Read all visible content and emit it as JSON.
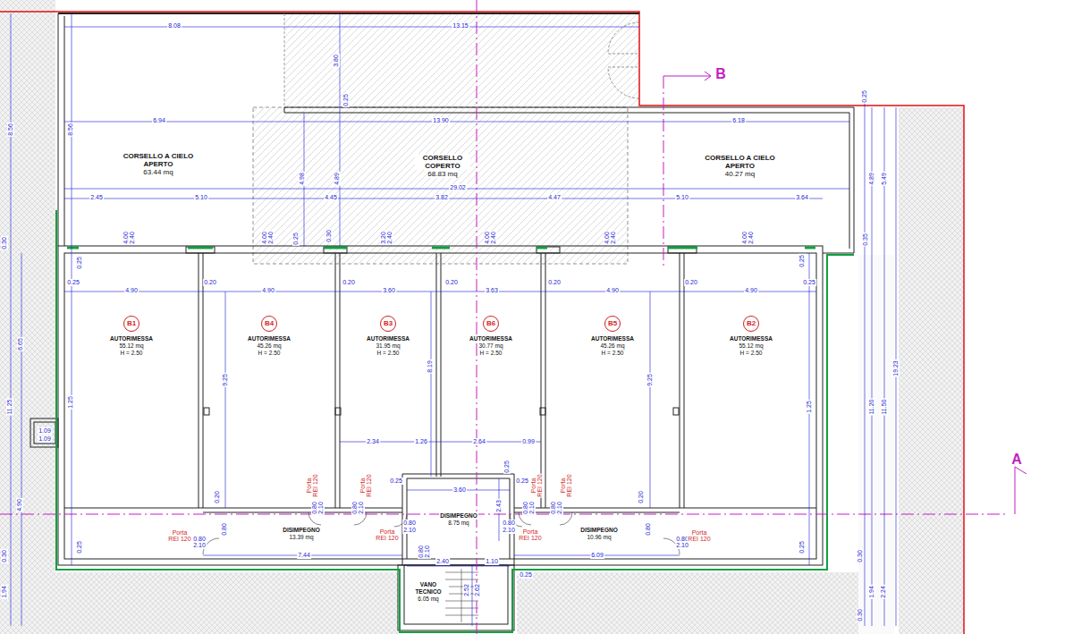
{
  "diagram": {
    "nodes": [
      {
        "text": [
          "CORSELLO A CIELO APERTO",
          "63.44 mq"
        ]
      },
      {
        "text": [
          "CORSELLO COPERTO",
          "68.83 mq"
        ]
      },
      {
        "text": [
          "CORSELLO A CIELO APERTO",
          "40.27 mq"
        ]
      },
      {
        "text": [
          "B1",
          "AUTORIMESSA",
          "55.12 mq",
          "H = 2.50"
        ]
      },
      {
        "text": [
          "B4",
          "AUTORIMESSA",
          "45.26 mq",
          "H = 2.50"
        ]
      },
      {
        "text": [
          "B3",
          "AUTORIMESSA",
          "31.95 mq",
          "H = 2.50"
        ]
      },
      {
        "text": [
          "B6",
          "AUTORIMESSA",
          "30.77 mq",
          "H = 2.50"
        ]
      },
      {
        "text": [
          "B5",
          "AUTORIMESSA",
          "45.26 mq",
          "H = 2.50"
        ]
      },
      {
        "text": [
          "B2",
          "AUTORIMESSA",
          "55.12 mq",
          "H = 2.50"
        ]
      },
      {
        "text": [
          "DISIMPEGNO",
          "13.39 mq"
        ]
      },
      {
        "text": [
          "DISIMPEGNO",
          "8.75 mq"
        ]
      },
      {
        "text": [
          "DISIMPEGNO",
          "10.96 mq"
        ]
      },
      {
        "text": [
          "VANO TECNICO",
          "6.05 mq"
        ]
      }
    ],
    "labels": [
      "8.08",
      "13.15",
      "3.80",
      "0.25",
      "8.56",
      "8.56",
      "6.94",
      "13.90",
      "6.18",
      "4.98",
      "4.89",
      "29.02",
      "2.45",
      "5.10",
      "4.45",
      "3.82",
      "4.47",
      "5.10",
      "3.64",
      "4.00",
      "2.40",
      "4.00",
      "2.40",
      "0.25",
      "0.30",
      "3.20",
      "2.40",
      "4.00",
      "2.40",
      "4.00",
      "2.40",
      "4.00",
      "2.40",
      "0.35",
      "0.25",
      "4.89",
      "5.49",
      "0.30",
      "0.25",
      "0.25",
      "0.25",
      "4.90",
      "0.20",
      "4.90",
      "0.20",
      "3.60",
      "0.20",
      "3.63",
      "0.20",
      "4.90",
      "0.20",
      "4.90",
      "0.25",
      "6.65",
      "11.25",
      "1.25",
      "9.25",
      "8.19",
      "9.25",
      "1.25",
      "11.20",
      "11.50",
      "19.23",
      "1.09",
      "1.09",
      "2.34",
      "1.26",
      "2.64",
      "0.99",
      "0.25",
      "3.60",
      "0.25",
      "0.25",
      "2.43",
      "0.20",
      "0.20",
      "4.90",
      "0.80",
      "0.80",
      "0.25",
      "0.25",
      "0.30",
      "0.30",
      "7.44",
      "6.09",
      "0.80",
      "2.10",
      "0.80",
      "2.10",
      "0.80",
      "2.10",
      "0.80",
      "2.10",
      "0.80",
      "2.10",
      "0.80",
      "2.10",
      "0.80",
      "2.10",
      "0.80",
      "2.10",
      "0.80",
      "2.10",
      "Porta",
      "REI 120",
      "Porta",
      "REI 120",
      "Porta",
      "REI 120",
      "Porta",
      "REI 120",
      "Porta",
      "REI 120",
      "Porta",
      "REI 120",
      "Porta",
      "REI 120",
      "Porta",
      "REI 120",
      "2.40",
      "1.10",
      "2.52",
      "2.62",
      "0.25",
      "1.94",
      "1.94",
      "2.24",
      "0.30",
      "B",
      "A"
    ]
  }
}
